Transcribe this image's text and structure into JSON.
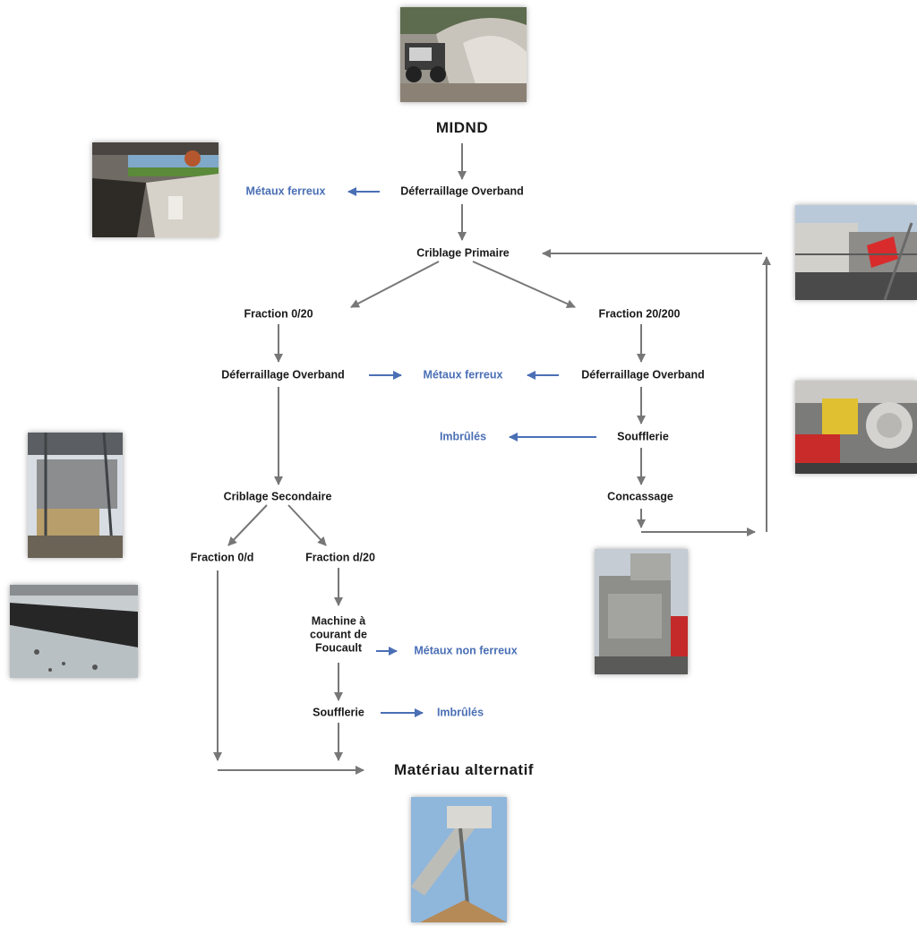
{
  "colors": {
    "gray_arrow": "#777777",
    "blue_arrow": "#4a6fb5",
    "blue_text": "#4a6fb5"
  },
  "nodes": {
    "midnd": "MIDND",
    "deferraillage_1": "Déferraillage Overband",
    "metaux_ferreux_1": "Métaux ferreux",
    "criblage_primaire": "Criblage Primaire",
    "fraction_0_20": "Fraction 0/20",
    "fraction_20_200": "Fraction 20/200",
    "deferraillage_left": "Déferraillage Overband",
    "metaux_ferreux_2": "Métaux ferreux",
    "deferraillage_right": "Déferraillage Overband",
    "imbrules_1": "Imbrûlés",
    "soufflerie_1": "Soufflerie",
    "concassage": "Concassage",
    "criblage_secondaire": "Criblage Secondaire",
    "fraction_0_d": "Fraction 0/d",
    "fraction_d_20": "Fraction d/20",
    "machine_foucault": "Machine à courant de Foucault",
    "metaux_non_ferreux": "Métaux non ferreux",
    "soufflerie_2": "Soufflerie",
    "imbrules_2": "Imbrûlés",
    "materiau_alternatif": "Matériau alternatif"
  },
  "photos": [
    "loader-photo",
    "overband-magnet-photo",
    "screening-plant-photo",
    "blower-machine-photo",
    "crusher-photo",
    "secondary-screen-photo",
    "conveyor-belt-photo",
    "stacker-conveyor-photo"
  ]
}
